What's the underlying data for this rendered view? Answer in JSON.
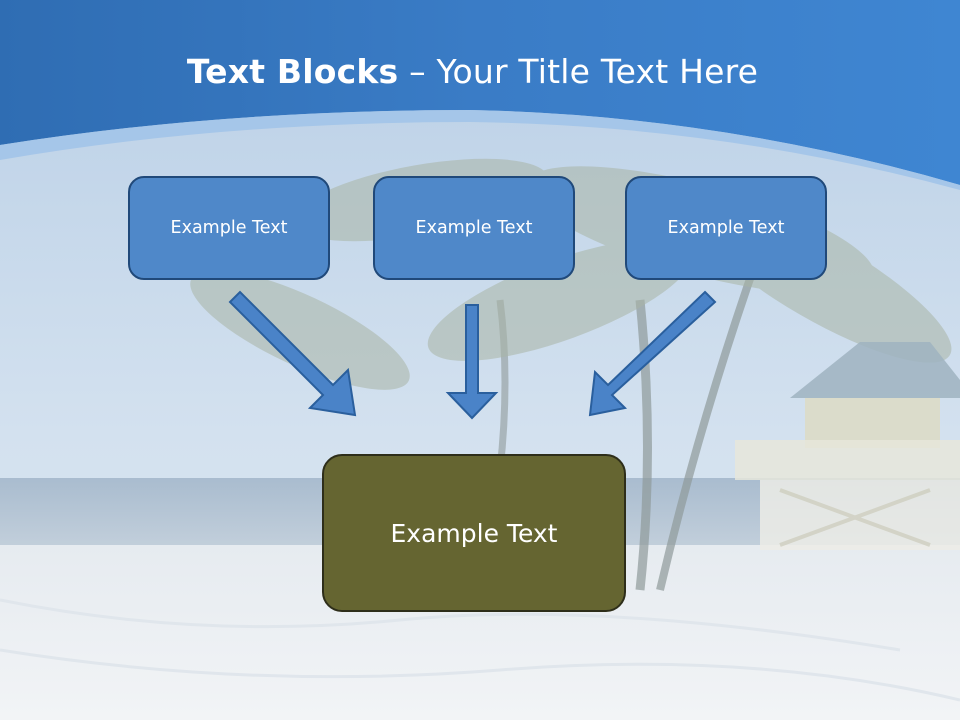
{
  "slide": {
    "title_bold": "Text Blocks",
    "title_rest": " – Your Title Text Here",
    "blocks": [
      {
        "label": "Example Text"
      },
      {
        "label": "Example Text"
      },
      {
        "label": "Example Text"
      }
    ],
    "main_block": {
      "label": "Example Text"
    }
  },
  "colors": {
    "header_blue": "#3b7dc8",
    "block_blue": "#4f88c9",
    "main_block_olive": "#656531",
    "arrow_blue": "#4a83c8"
  }
}
